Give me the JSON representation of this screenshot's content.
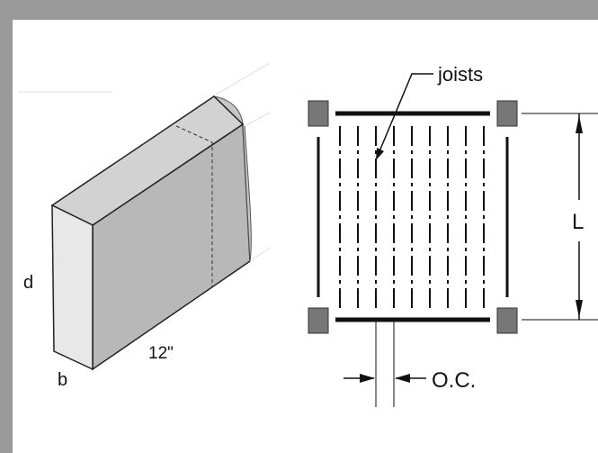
{
  "beam": {
    "depth_label": "d",
    "width_label": "b",
    "length_label": "12\""
  },
  "plan": {
    "joists_label": "joists",
    "span_label": "L",
    "spacing_label": "O.C."
  },
  "colors": {
    "frame_border": "#9a9a9a",
    "beam_front": "#e6e6e6",
    "beam_side": "#b8b8b8",
    "beam_top": "#cfcfcf",
    "post_fill": "#777777",
    "line": "#111111"
  }
}
